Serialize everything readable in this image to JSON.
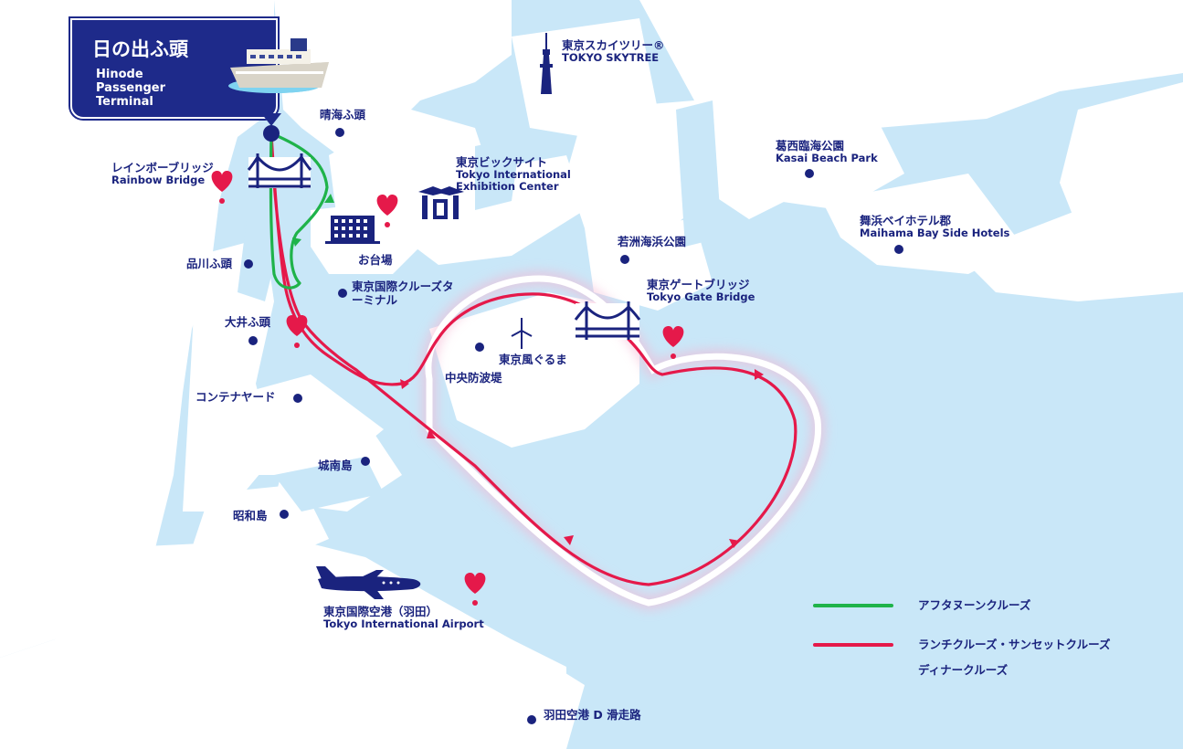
{
  "terminal": {
    "name_jp": "日の出ふ頭",
    "name_en": "Hinode Passenger Terminal"
  },
  "landmarks": {
    "skytree": {
      "jp": "東京スカイツリー®",
      "en": "TOKYO SKYTREE"
    },
    "harumi": {
      "jp": "晴海ふ頭"
    },
    "rainbow_bridge": {
      "jp": "レインボーブリッジ",
      "en": "Rainbow Bridge"
    },
    "big_sight": {
      "jp": "東京ビックサイト",
      "en": "Tokyo International Exhibition Center"
    },
    "odaiba": {
      "jp": "お台場"
    },
    "shinagawa": {
      "jp": "品川ふ頭"
    },
    "cruise_terminal": {
      "jp": "東京国際クルーズターミナル"
    },
    "ooi": {
      "jp": "大井ふ頭"
    },
    "container_yard": {
      "jp": "コンテナヤード"
    },
    "jonanjima": {
      "jp": "城南島"
    },
    "showajima": {
      "jp": "昭和島"
    },
    "haneda": {
      "jp": "東京国際空港（羽田）",
      "en": "Tokyo International Airport"
    },
    "haneda_d": {
      "jp": "羽田空港 D 滑走路"
    },
    "kasai": {
      "jp": "葛西臨海公園",
      "en": "Kasai Beach Park"
    },
    "maihama": {
      "jp": "舞浜ベイホテル郡",
      "en": "Maihama Bay Side Hotels"
    },
    "wakasu": {
      "jp": "若洲海浜公園"
    },
    "gate_bridge": {
      "jp": "東京ゲートブリッジ",
      "en": "Tokyo Gate Bridge"
    },
    "kazaguruma": {
      "jp": "東京風ぐるま"
    },
    "chuo_bohatei": {
      "jp": "中央防波堤"
    }
  },
  "legend": {
    "afternoon": {
      "label": "アフタヌーンクルーズ",
      "color": "#1fb34a"
    },
    "lunch_sunset_dinner": {
      "label1": "ランチクルーズ・サンセットクルーズ",
      "label2": "ディナークルーズ",
      "color": "#e5194a"
    }
  },
  "colors": {
    "water": "#c9e7f8",
    "land": "#ffffff",
    "navy": "#1a237e",
    "heart": "#e5194a"
  }
}
